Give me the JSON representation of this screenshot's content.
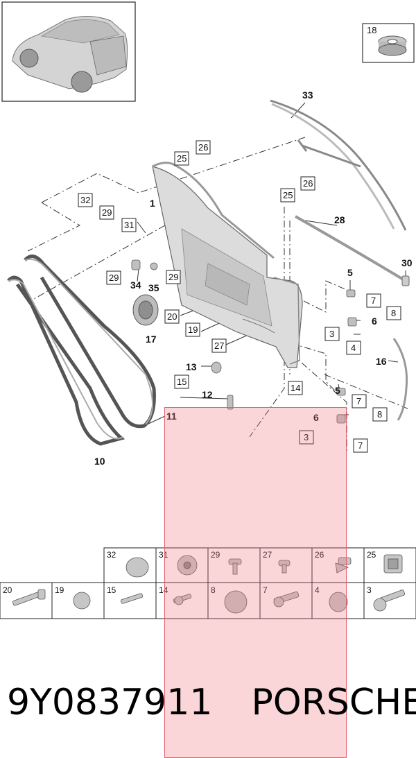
{
  "diagram": {
    "part_number": "9Y0837911",
    "brand": "PORSCHE",
    "callouts": {
      "c1": "1",
      "c3a": "3",
      "c3b": "3",
      "c4": "4",
      "c5a": "5",
      "c5b": "5",
      "c6a": "6",
      "c6b": "6",
      "c7a": "7",
      "c7b": "7",
      "c7c": "7",
      "c8a": "8",
      "c8b": "8",
      "c10": "10",
      "c11": "11",
      "c12": "12",
      "c13": "13",
      "c14": "14",
      "c15": "15",
      "c16": "16",
      "c17": "17",
      "c18": "18",
      "c19": "19",
      "c20": "20",
      "c25a": "25",
      "c25b": "25",
      "c26a": "26",
      "c26b": "26",
      "c27": "27",
      "c28": "28",
      "c29a": "29",
      "c29b": "29",
      "c30": "30",
      "c31": "31",
      "c32": "32",
      "c33": "33",
      "c34": "34",
      "c35": "35"
    },
    "fastener_table": {
      "row1": [
        "32",
        "31",
        "29",
        "27",
        "26",
        "25"
      ],
      "row2": [
        "20",
        "19",
        "15",
        "14",
        "8",
        "7",
        "4",
        "3"
      ]
    },
    "colors": {
      "highlight": "#f07882",
      "line": "#333333",
      "part": "#cfcfcf"
    }
  }
}
